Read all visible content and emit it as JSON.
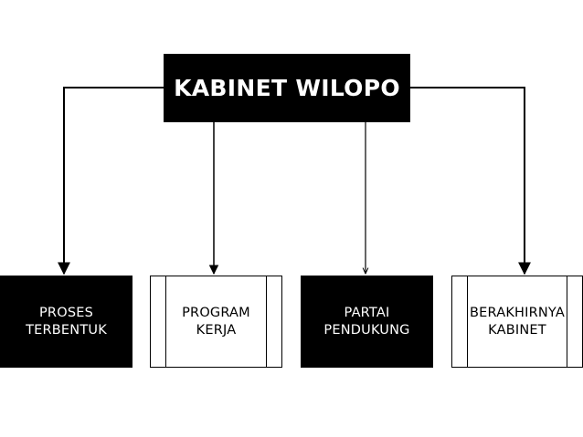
{
  "root": {
    "label": "KABINET WILOPO"
  },
  "children": [
    {
      "line1": "PROSES",
      "line2": "TERBENTUK"
    },
    {
      "line1": "PROGRAM",
      "line2": "KERJA"
    },
    {
      "line1": "PARTAI",
      "line2": "PENDUKUNG"
    },
    {
      "line1": "BERAKHIRNYA",
      "line2": "KABINET"
    }
  ]
}
